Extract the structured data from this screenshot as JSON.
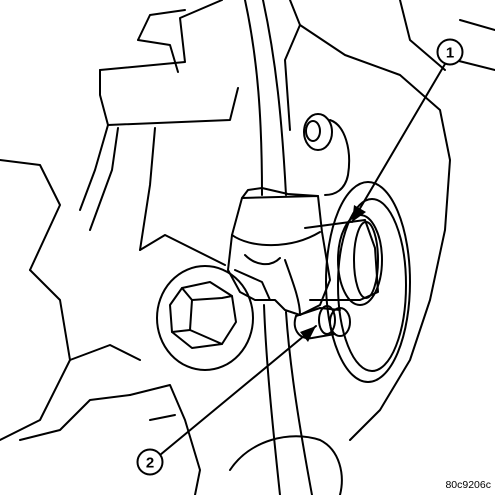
{
  "diagram": {
    "callouts": [
      {
        "number": "1"
      },
      {
        "number": "2"
      }
    ],
    "figure_code": "80c9206c"
  },
  "colors": {
    "line": "#000000",
    "background": "#ffffff"
  }
}
